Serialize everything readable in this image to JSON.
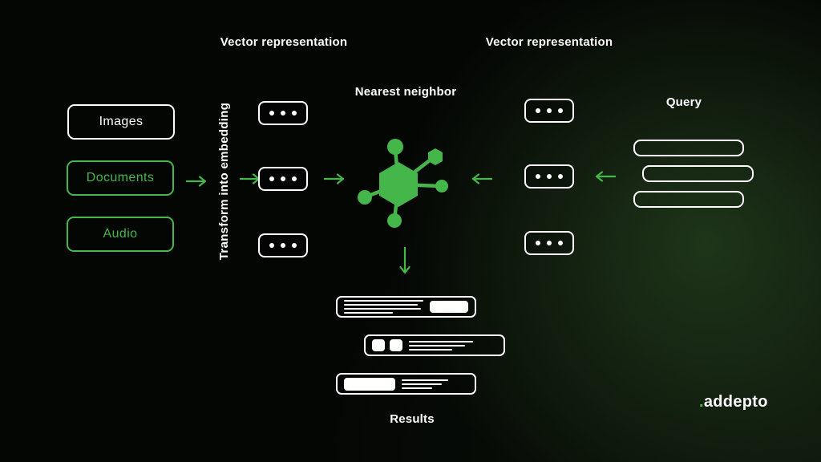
{
  "titles": {
    "vector_representation_left": "Vector representation",
    "vector_representation_right": "Vector representation",
    "nearest_neighbor": "Nearest neighbor",
    "transform": "Transform into embedding",
    "query": "Query",
    "results": "Results"
  },
  "sources": [
    {
      "label": "Images",
      "color": "white"
    },
    {
      "label": "Documents",
      "color": "green"
    },
    {
      "label": "Audio",
      "color": "green"
    }
  ],
  "vector_boxes": {
    "left_count": 3,
    "right_count": 3,
    "dots_per_box": 3
  },
  "query": {
    "bars": 3
  },
  "results": {
    "items": 3
  },
  "logo": {
    "dot": ".",
    "text": "addepto"
  },
  "colors": {
    "background": "#040604",
    "accent_green": "#45b649",
    "white": "#ffffff"
  },
  "icons": [
    "three-dots-icon",
    "nearest-neighbor-graph-icon",
    "arrow-right-icon",
    "arrow-left-icon",
    "arrow-down-icon"
  ]
}
